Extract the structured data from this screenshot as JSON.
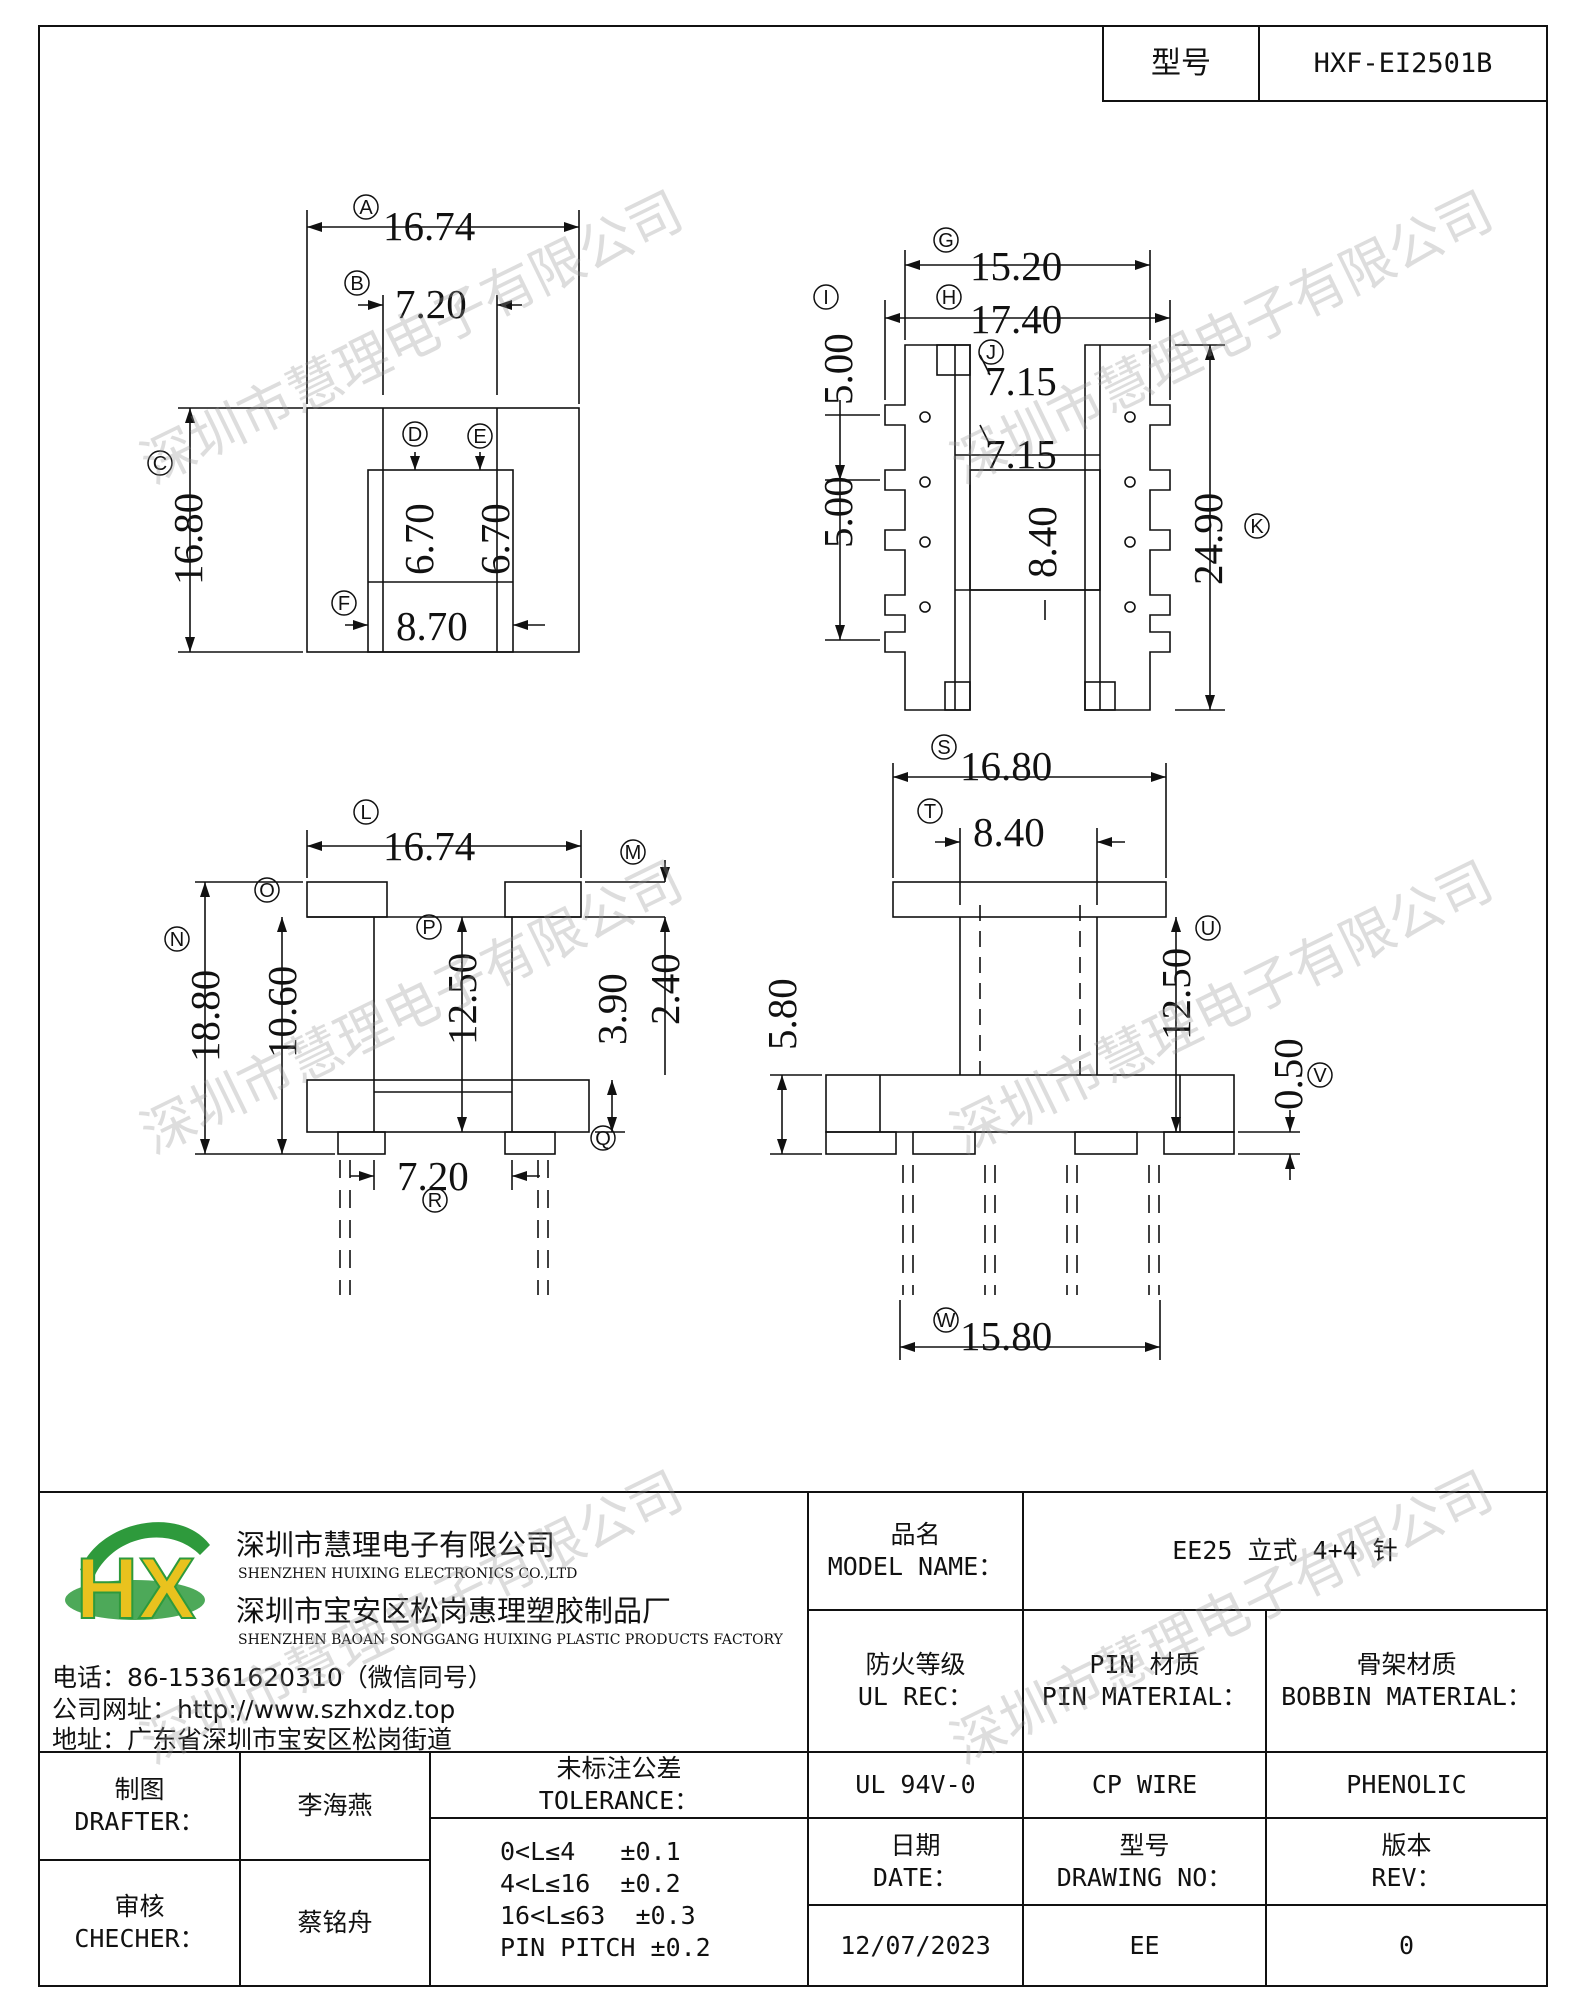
{
  "header": {
    "model_label": "型号",
    "model_value": "HXF-EI2501B"
  },
  "dimensions": {
    "A": "16.74",
    "B": "7.20",
    "C": "16.80",
    "D": "6.70",
    "E": "6.70",
    "F": "8.70",
    "G": "15.20",
    "H": "17.40",
    "I": "5.00",
    "I2": "5.00",
    "J": "7.15",
    "J2": "7.15",
    "K": "24.90",
    "core": "8.40",
    "L": "16.74",
    "M": "2.40",
    "N": "18.80",
    "O": "10.60",
    "P": "12.50",
    "Q": "3.90",
    "R": "7.20",
    "S": "16.80",
    "T": "8.40",
    "U": "12.50",
    "V": "0.50",
    "W": "15.80",
    "h580": "5.80"
  },
  "markers": [
    "A",
    "B",
    "C",
    "D",
    "E",
    "F",
    "G",
    "H",
    "I",
    "J",
    "K",
    "L",
    "M",
    "N",
    "O",
    "P",
    "Q",
    "R",
    "S",
    "T",
    "U",
    "V",
    "W"
  ],
  "company": {
    "logo_text": "HX",
    "name_cn": "深圳市慧理电子有限公司",
    "name_en": "SHENZHEN HUIXING ELECTRONICS CO.,LTD",
    "factory_cn": "深圳市宝安区松岗惠理塑胶制品厂",
    "factory_en": "SHENZHEN BAOAN SONGGANG HUIXING PLASTIC PRODUCTS FACTORY",
    "phone": "电话：86-15361620310（微信同号）",
    "website": "公司网址：http://www.szhxdz.top",
    "address": "地址：广东省深圳市宝安区松岗街道"
  },
  "watermark": "深圳市慧理电子有限公司",
  "table": {
    "model_name_cn": "品名",
    "model_name_en": "MODEL NAME：",
    "model_name_value": "EE25 立式 4+4 针",
    "fire_cn": "防火等级",
    "fire_en": "UL REC：",
    "pin_cn": "PIN 材质",
    "pin_en": "PIN MATERIAL：",
    "bobbin_cn": "骨架材质",
    "bobbin_en": "BOBBIN MATERIAL：",
    "fire_value": "UL 94V-0",
    "pin_value": "CP WIRE",
    "bobbin_value": "PHENOLIC",
    "drafter_cn": "制图",
    "drafter_en": "DRAFTER：",
    "drafter_name": "李海燕",
    "checker_cn": "审核",
    "checker_en": "CHECHER：",
    "checker_name": "蔡铭舟",
    "tolerance_cn": "未标注公差",
    "tolerance_en": "TOLERANCE：",
    "tolerances": [
      "0<L≤4   ±0.1",
      "4<L≤16  ±0.2",
      "16<L≤63  ±0.3",
      "PIN PITCH ±0.2"
    ],
    "date_cn": "日期",
    "date_en": "DATE：",
    "drawing_no_cn": "型号",
    "drawing_no_en": "DRAWING NO：",
    "rev_cn": "版本",
    "rev_en": "REV：",
    "date_value": "12/07/2023",
    "drawing_no_value": "EE",
    "rev_value": "0"
  },
  "colors": {
    "logo_green": "#2e9a3c",
    "logo_yellow": "#e9c21e",
    "line": "#111111"
  }
}
